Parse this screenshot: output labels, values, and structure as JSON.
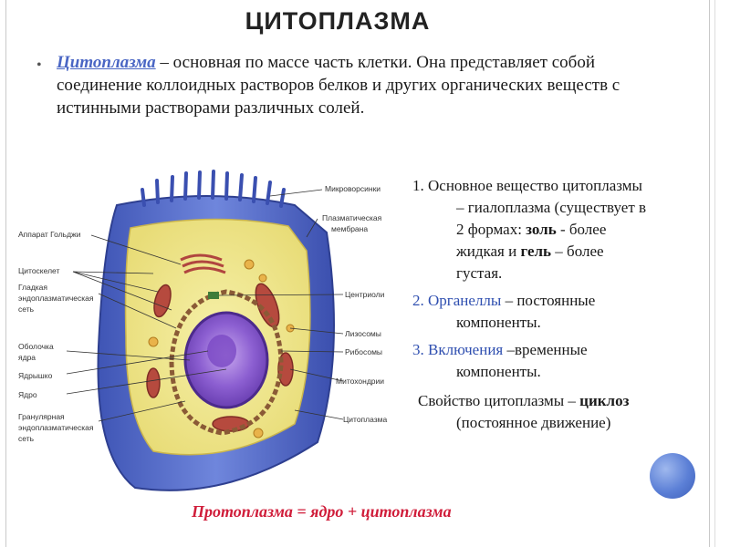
{
  "title": "ЦИТОПЛАЗМА",
  "intro": {
    "term": "Цитоплазма",
    "text": " – основная по массе часть клетки. Она представляет собой соединение коллоидных растворов белков и других органических веществ с истинными растворами различных солей."
  },
  "diagram": {
    "labels_left": [
      "Аппарат Гольджи",
      "Цитоскелет",
      "Гладкая",
      "эндоплазматическая",
      "сеть",
      "Оболочка",
      "ядра",
      "Ядрышко",
      "Ядро",
      "Гранулярная",
      "эндоплазматическая",
      "сеть"
    ],
    "labels_right": [
      "Микроворсинки",
      "Плазматическая",
      "мембрана",
      "Центриоли",
      "Лизосомы",
      "Рибосомы",
      "Митохондрии",
      "Цитоплазма"
    ]
  },
  "points": {
    "p1_a": "1. Основное вещество цитоплазмы",
    "p1_b": "– гиалоплазма (существует в",
    "p1_c_pre": "2 формах: ",
    "p1_c_sol": "золь",
    "p1_c_post": " - более",
    "p1_d_pre": "жидкая и ",
    "p1_d_gel": "гель",
    "p1_d_post": " – более",
    "p1_e": "густая.",
    "p2_num": "2. Органеллы",
    "p2_a": " – постоянные",
    "p2_b": "компоненты.",
    "p3_num": "3. Включения",
    "p3_a": " –временные",
    "p3_b": "компоненты.",
    "prop_pre": "Свойство цитоплазмы – ",
    "prop_bold": "циклоз",
    "prop_b": "(постоянное движение)"
  },
  "footer": "Протоплазма = ядро + цитоплазма",
  "colors": {
    "accent_blue": "#2f4fb0",
    "footer_red": "#d01d3a",
    "term_blue": "#4a66c4"
  }
}
